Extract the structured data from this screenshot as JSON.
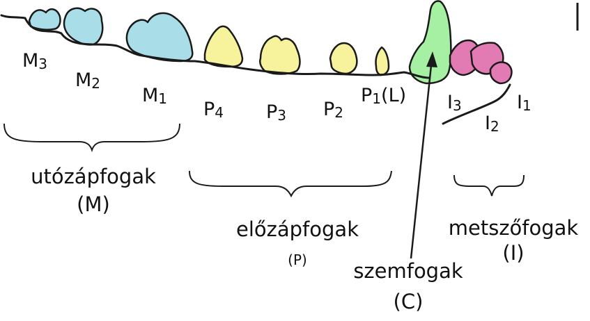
{
  "colors": {
    "molar": "#a9dde8",
    "premolar": "#f6f39c",
    "canine": "#a6f0a4",
    "incisor": "#e27ab3",
    "stroke": "#1a1a1a"
  },
  "teeth": {
    "m3": {
      "base": "M",
      "sub": "3"
    },
    "m2": {
      "base": "M",
      "sub": "2"
    },
    "m1": {
      "base": "M",
      "sub": "1"
    },
    "p4": {
      "base": "P",
      "sub": "4"
    },
    "p3": {
      "base": "P",
      "sub": "3"
    },
    "p2": {
      "base": "P",
      "sub": "2"
    },
    "p1": {
      "base": "P",
      "sub": "1",
      "suffix": "(L)"
    },
    "i3": {
      "base": "I",
      "sub": "3"
    },
    "i2": {
      "base": "I",
      "sub": "2"
    },
    "i1": {
      "base": "I",
      "sub": "1"
    }
  },
  "groups": {
    "molars": {
      "name": "utózápfogak",
      "abbr": "(M)"
    },
    "premolars": {
      "name": "előzápfogak",
      "abbr": "(P)"
    },
    "canines": {
      "name": "szemfogak",
      "abbr": "(C)"
    },
    "incisors": {
      "name": "metszőfogak",
      "abbr": "(I)"
    }
  }
}
